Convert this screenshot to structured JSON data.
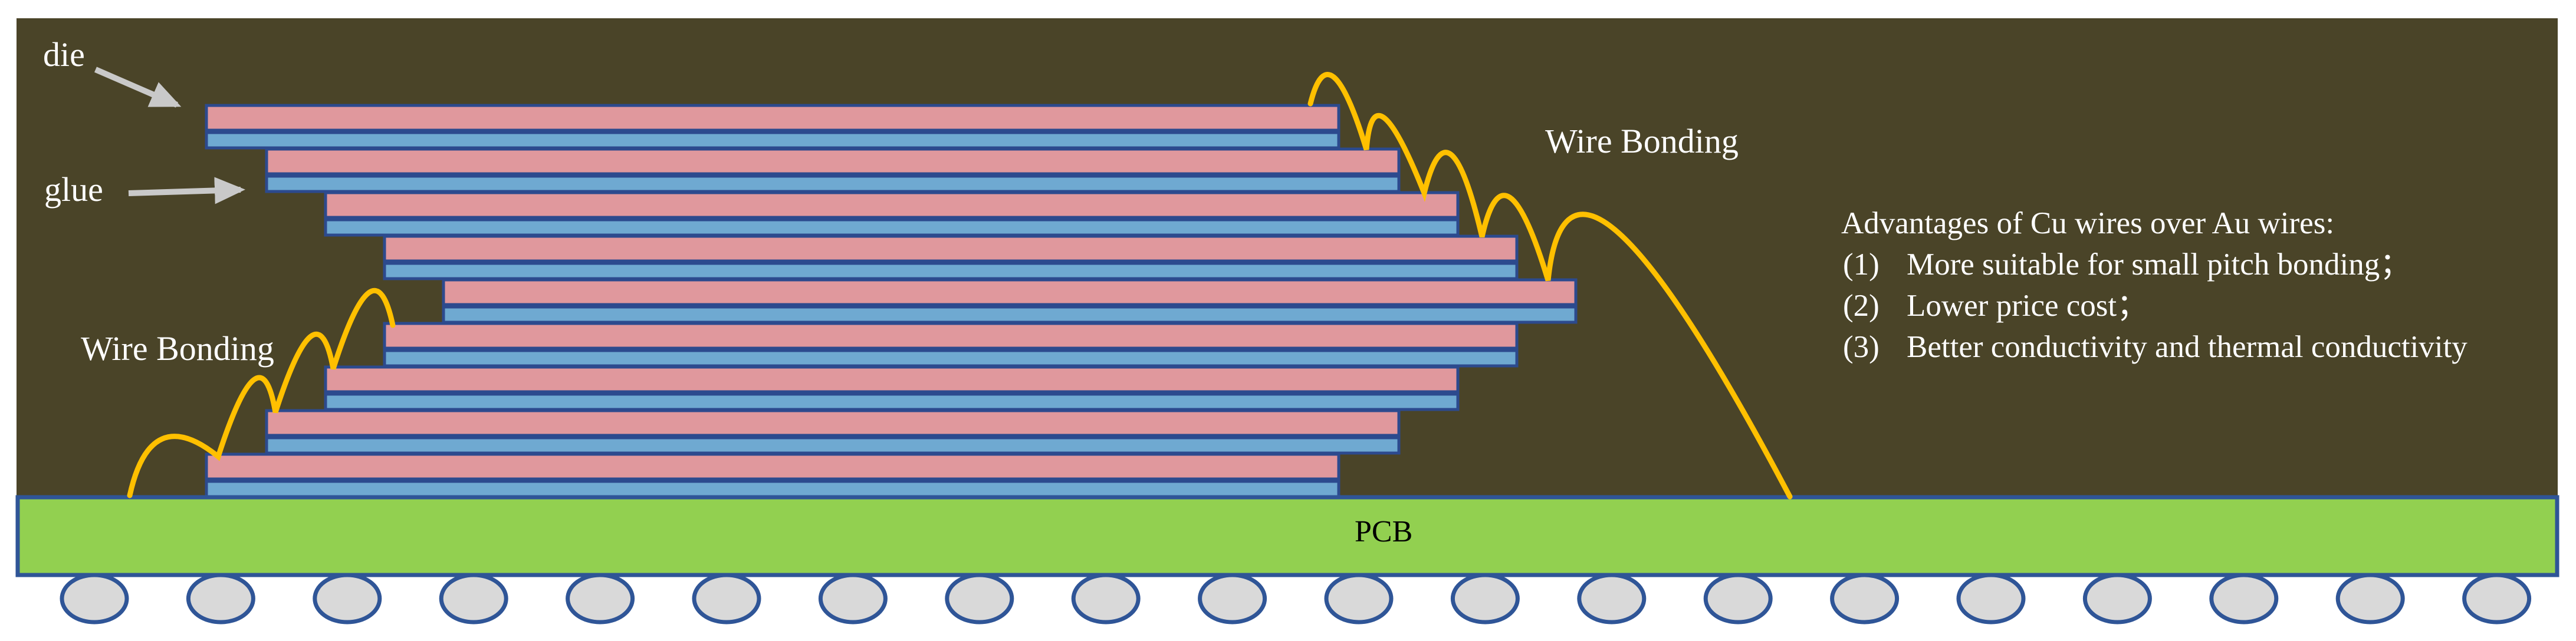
{
  "labels": {
    "die": "die",
    "glue": "glue",
    "wire_bonding_left": "Wire Bonding",
    "wire_bonding_right": "Wire Bonding",
    "pcb": "PCB"
  },
  "advantages": {
    "title": "Advantages of Cu wires over Au wires:",
    "items": [
      {
        "num": "(1)",
        "text": "More suitable for small pitch bonding；"
      },
      {
        "num": "(2)",
        "text": "Lower price cost；"
      },
      {
        "num": "(3)",
        "text": "Better conductivity and thermal conductivity"
      }
    ]
  },
  "stack": {
    "die_count": 9,
    "die_color": "#E0989D",
    "glue_color": "#6FA9D1",
    "border_color": "#2C4A8E"
  },
  "pcb": {
    "fill": "#92D050",
    "border": "#2F5597"
  },
  "balls": {
    "count": 20,
    "fill": "#D9D9D9",
    "border": "#2F5597"
  },
  "colors": {
    "background": "#4A4428",
    "wire": "#FFC000",
    "arrow": "#C9C9C9",
    "text_light": "#FFFFFF",
    "text_dark": "#000000"
  }
}
